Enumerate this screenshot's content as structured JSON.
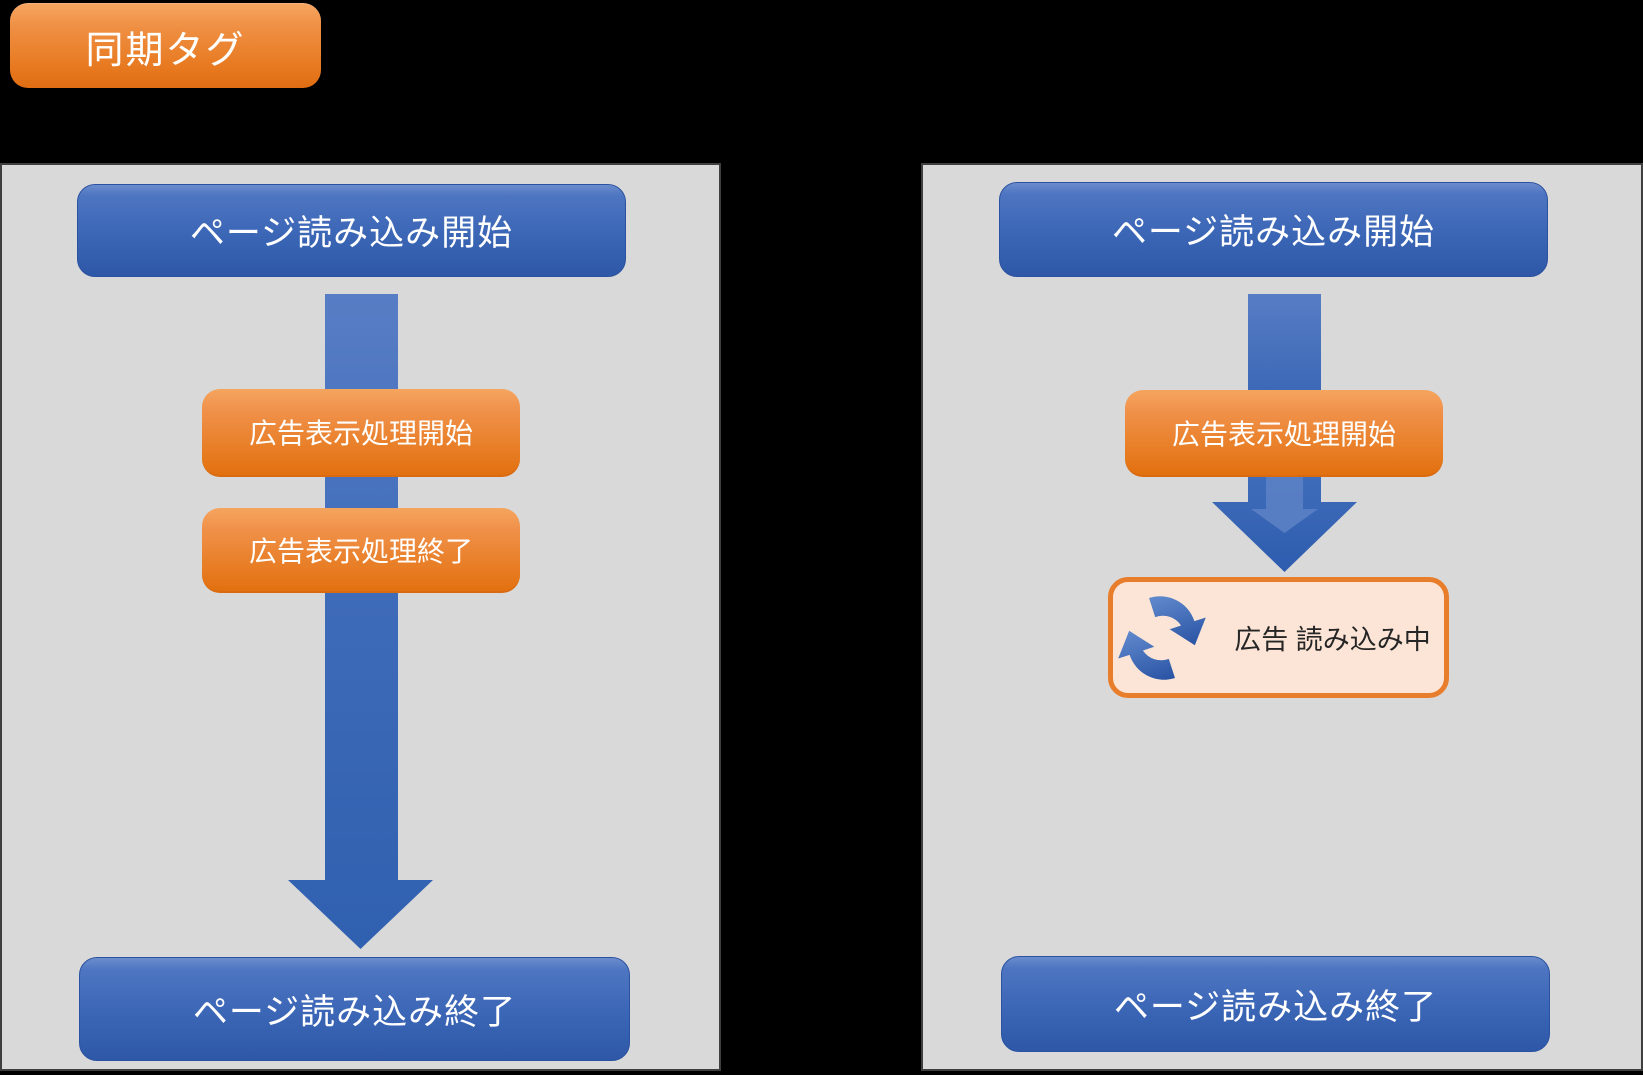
{
  "badge": {
    "sync_tag": "同期タグ"
  },
  "left_flow": {
    "page_load_start": "ページ読み込み開始",
    "ad_process_start": "広告表示処理開始",
    "ad_process_end": "広告表示処理終了",
    "page_load_end": "ページ読み込み終了"
  },
  "right_flow": {
    "page_load_start": "ページ読み込み開始",
    "ad_process_start": "広告表示処理開始",
    "ad_loading": "広告 読み込み中",
    "page_load_end": "ページ読み込み終了"
  },
  "icons": {
    "loading_icon": "sync-circular-arrows-icon",
    "flow_arrow": "down-arrow"
  },
  "colors": {
    "background": "#000000",
    "panel_bg": "#d9d9d9",
    "panel_border": "#3f3f3f",
    "blue_box_top": "#5e83c9",
    "blue_box_bottom": "#2e57a7",
    "orange_box_top": "#f5a55f",
    "orange_box_bottom": "#e2700f",
    "arrow_blue_top": "#577dc5",
    "arrow_blue_bottom": "#3060b0",
    "arrow_highlight": "#5d81c6",
    "loading_box_fill": "#fce5d6",
    "loading_box_border": "#e87d2b",
    "text_on_shapes": "#ffffff",
    "loading_text": "#262626"
  }
}
